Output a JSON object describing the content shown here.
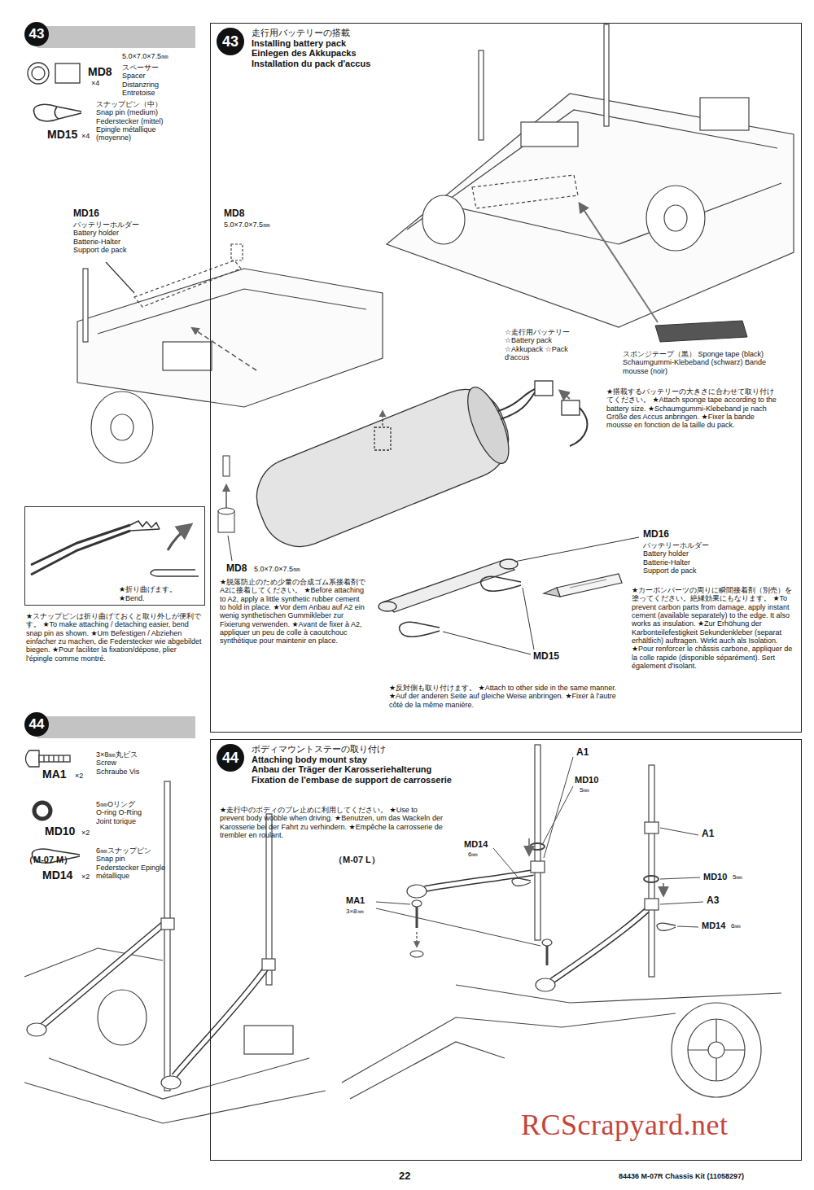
{
  "diagram": {
    "nodes": [
      {
        "text": [
          "43"
        ]
      },
      {
        "text": [
          "43",
          "走行用バッテリーの搭載",
          "Installing battery pack",
          "Einlegen des Akkupacks",
          "Installation du pack d'accus"
        ]
      },
      {
        "text": [
          "★折り曲げます。 ★Bend."
        ]
      },
      {
        "text": [
          "44"
        ]
      },
      {
        "text": [
          "44",
          "ボディマウントステーの取り付け",
          "Attaching body mount stay",
          "Anbau der Träger der Karosseriehalterung",
          "Fixation de l'embase de support de carrosserie"
        ]
      }
    ],
    "labels": [
      "MD8",
      "×4",
      "5.0×7.0×7.5㎜",
      "スペーサー Spacer Distanzring Entretoise",
      "MD15",
      "×4",
      "スナップピン（中） Snap pin (medium) Federstecker (mittel) Epingle métallique (moyenne)",
      "MD16",
      "バッテリーホルダー Battery holder Batterie-Halter Support de pack",
      "MD8",
      "5.0×7.0×7.5㎜",
      "☆走行用バッテリー ☆Battery pack ☆Akkupack ☆Pack d'accus",
      "スポンジテープ（黒） Sponge tape (black) Schaumgummi-Klebeband (schwarz) Bande mousse (noir)",
      "★搭載するバッテリーの大きさに合わせて取り付けてください。 ★Attach sponge tape according to the battery size. ★Schaumgummi-Klebeband je nach Größe des Accus anbringen. ★Fixer la bande mousse en fonction de la taille du pack.",
      "MD8",
      "5.0×7.0×7.5㎜",
      "★脱落防止のため少量の合成ゴム系接着剤でA2に接着してください。 ★Before attaching to A2, apply a little synthetic rubber cement to hold in place. ★Vor dem Anbau auf A2 ein wenig synthetischen Gummikleber zur Fixierung verwenden. ★Avant de fixer à A2, appliquer un peu de colle à caoutchouc synthétique pour maintenir en place.",
      "MD16",
      "バッテリーホルダー Battery holder Batterie-Halter Support de pack",
      "★カーボンパーツの周りに瞬間接着剤（別売）を塗ってください。絶縁効果にもなります。 ★To prevent carbon parts from damage, apply instant cement (available separately) to the edge. It also works as insulation. ★Zur Erhöhung der Karbonteilefestigkeit Sekundenkleber (separat erhältlich) auftragen. Wirkt auch als Isolation. ★Pour renforcer le châssis carbone, appliquer de la colle rapide (disponible séparément). Sert également d'isolant.",
      "MD15",
      "★反対側も取り付けます。 ★Attach to other side in the same manner. ★Auf der anderen Seite auf gleiche Weise anbringen. ★Fixer à l'autre côté de la même manière.",
      "★スナップピンは折り曲げておくと取り外しが便利です。 ★To make attaching / detaching easier, bend snap pin as shown. ★Um Befestigen / Abziehen einfacher zu machen, die Federstecker wie abgebildet biegen. ★Pour faciliter la fixation/dépose, plier l'épingle comme montré.",
      "MA1",
      "×2",
      "3×8㎜丸ビス Screw Schraube Vis",
      "MD10",
      "×2",
      "5㎜Oリング O-ring O-Ring Joint torique",
      "MD14",
      "×2",
      "6㎜スナップピン Snap pin Federstecker Epingle métallique",
      "★走行中のボディのブレ止めに利用してください。 ★Use to prevent body wobble when driving. ★Benutzen, um das Wackeln der Karosserie bei der Fahrt zu verhindern. ★Empêche la carrosserie de trembler en roulant.",
      "（M-07 M）",
      "（M-07 L）",
      "MD14",
      "6㎜",
      "A1",
      "MD10",
      "5㎜",
      "A1",
      "MD10",
      "5㎜",
      "A3",
      "MD14",
      "6㎜",
      "MA1",
      "3×8㎜",
      "22",
      "84436 M-07R Chassis Kit (11058297)",
      "RCScrapyard.net"
    ]
  }
}
